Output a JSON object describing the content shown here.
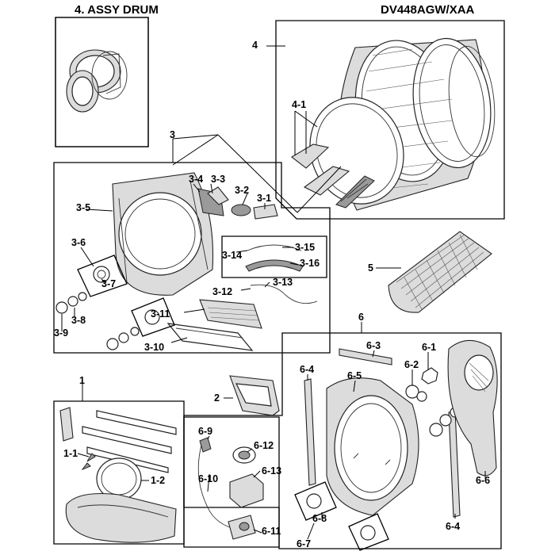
{
  "header": {
    "assembly_title": "4. ASSY DRUM",
    "model_number": "DV448AGW/XAA"
  },
  "callouts": {
    "c1": "1",
    "c1_1": "1-1",
    "c1_2": "1-2",
    "c2": "2",
    "c3": "3",
    "c3_1": "3-1",
    "c3_2": "3-2",
    "c3_3": "3-3",
    "c3_4": "3-4",
    "c3_5": "3-5",
    "c3_6": "3-6",
    "c3_7": "3-7",
    "c3_8": "3-8",
    "c3_9": "3-9",
    "c3_10": "3-10",
    "c3_11": "3-11",
    "c3_12": "3-12",
    "c3_13": "3-13",
    "c3_14": "3-14",
    "c3_15": "3-15",
    "c3_16": "3-16",
    "c4": "4",
    "c4_1": "4-1",
    "c5": "5",
    "c6": "6",
    "c6_1": "6-1",
    "c6_2": "6-2",
    "c6_3": "6-3",
    "c6_4a": "6-4",
    "c6_4b": "6-4",
    "c6_5": "6-5",
    "c6_6": "6-6",
    "c6_7": "6-7",
    "c6_8": "6-8",
    "c6_9": "6-9",
    "c6_10": "6-10",
    "c6_11": "6-11",
    "c6_12": "6-12",
    "c6_13": "6-13"
  },
  "colors": {
    "line": "#000000",
    "part_fill": "#ffffff",
    "shade": "#dcdcdc"
  }
}
